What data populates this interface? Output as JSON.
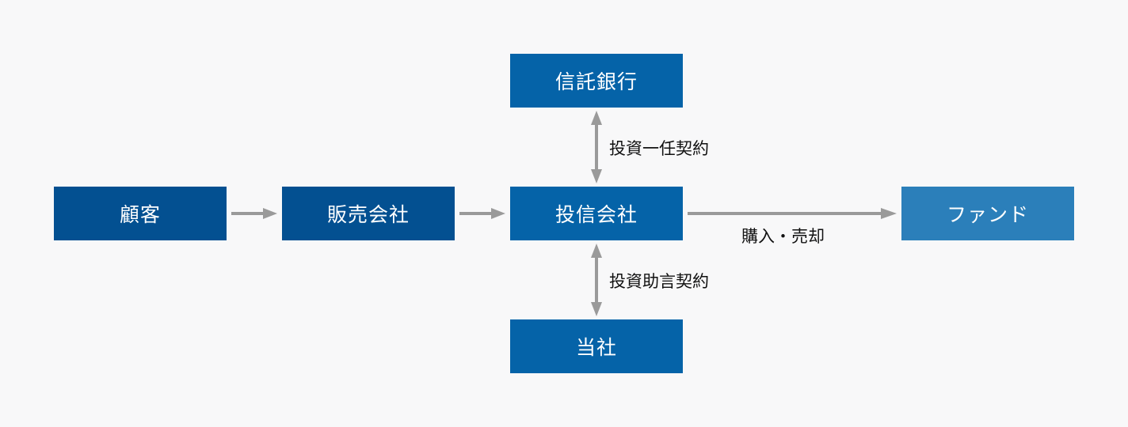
{
  "nodes": {
    "customer": "顧客",
    "distributor": "販売会社",
    "investment_trust_company": "投信会社",
    "trust_bank": "信託銀行",
    "our_company": "当社",
    "fund": "ファンド"
  },
  "edge_labels": {
    "discretionary_contract": "投資一任契約",
    "advisory_contract": "投資助言契約",
    "purchase_sale": "購入・売却"
  },
  "colors": {
    "box_dark": "#035091",
    "box_mid": "#0563a8",
    "box_light": "#2b7fba",
    "arrow": "#9a9a9a",
    "background": "#f8f8f9"
  }
}
